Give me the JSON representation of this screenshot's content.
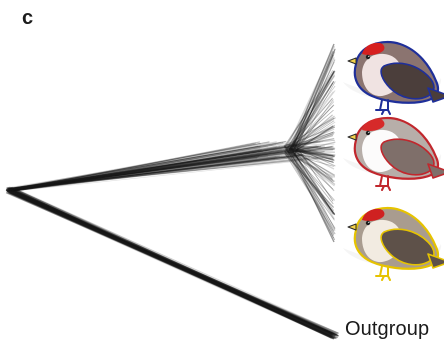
{
  "figure": {
    "panel_letter": "c",
    "outgroup_label": "Outgroup",
    "tree_line_color": "#1a1a1a",
    "tree_line_count": 120
  },
  "birds": [
    {
      "name": "bird-blue-outline",
      "icon": "redpoll-bird-icon",
      "outline_color": "#1f2f9a",
      "cap_color": "#d61f1f",
      "body_color": "#8b7470",
      "breast_color": "#f6e9e8",
      "wing_color": "#4b3e3b"
    },
    {
      "name": "bird-red-outline",
      "icon": "redpoll-bird-icon",
      "outline_color": "#c1272d",
      "cap_color": "#d62a2a",
      "body_color": "#b7aea9",
      "breast_color": "#ffffff",
      "wing_color": "#7f6f6a"
    },
    {
      "name": "bird-yellow-outline",
      "icon": "redpoll-bird-icon",
      "outline_color": "#e6c300",
      "cap_color": "#cf2121",
      "body_color": "#a99c8f",
      "breast_color": "#f5efe6",
      "wing_color": "#5e5149"
    }
  ]
}
